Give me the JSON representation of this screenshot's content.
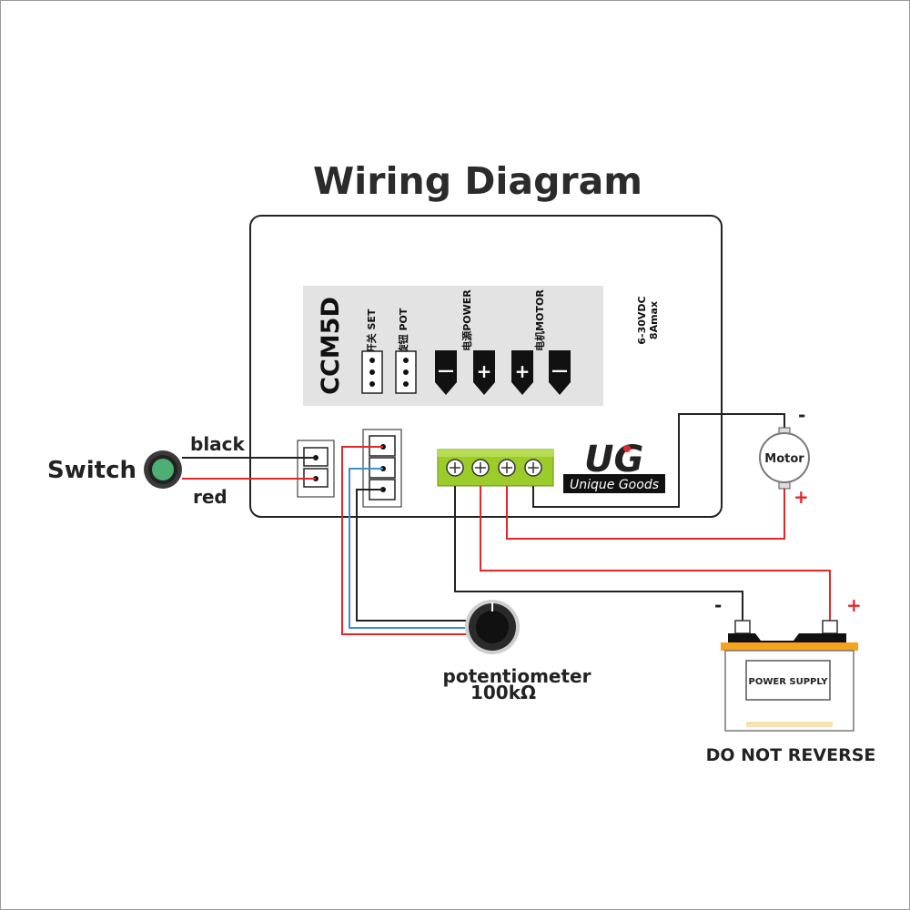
{
  "title": "Wiring Diagram",
  "board": {
    "model": "CCM5D",
    "switch_header_label": "开关 SET",
    "pot_header_label": "旋钮 POT",
    "power_label": "电源POWER",
    "motor_label": "电机MOTOR",
    "voltage_rating": "6-30VDC",
    "current_rating": "8Amax",
    "terminal_signs": [
      "—",
      "+",
      "+",
      "—"
    ]
  },
  "logo": {
    "letters": "UG",
    "text": "Unique Goods"
  },
  "switch": {
    "label": "Switch",
    "wire_top": "black",
    "wire_bottom": "red"
  },
  "motor": {
    "label": "Motor",
    "neg": "-",
    "pos": "+"
  },
  "potentiometer": {
    "label": "potentiometer",
    "value": "100kΩ"
  },
  "battery": {
    "label": "POWER SUPPLY",
    "neg": "-",
    "pos": "+",
    "warning": "DO NOT REVERSE"
  },
  "colors": {
    "wire_black": "#222222",
    "wire_red": "#e0282b",
    "wire_blue": "#3a8fd6",
    "terminal_green": "#9ccc2a",
    "switch_green": "#4caf73",
    "battery_orange": "#f7a21b"
  }
}
